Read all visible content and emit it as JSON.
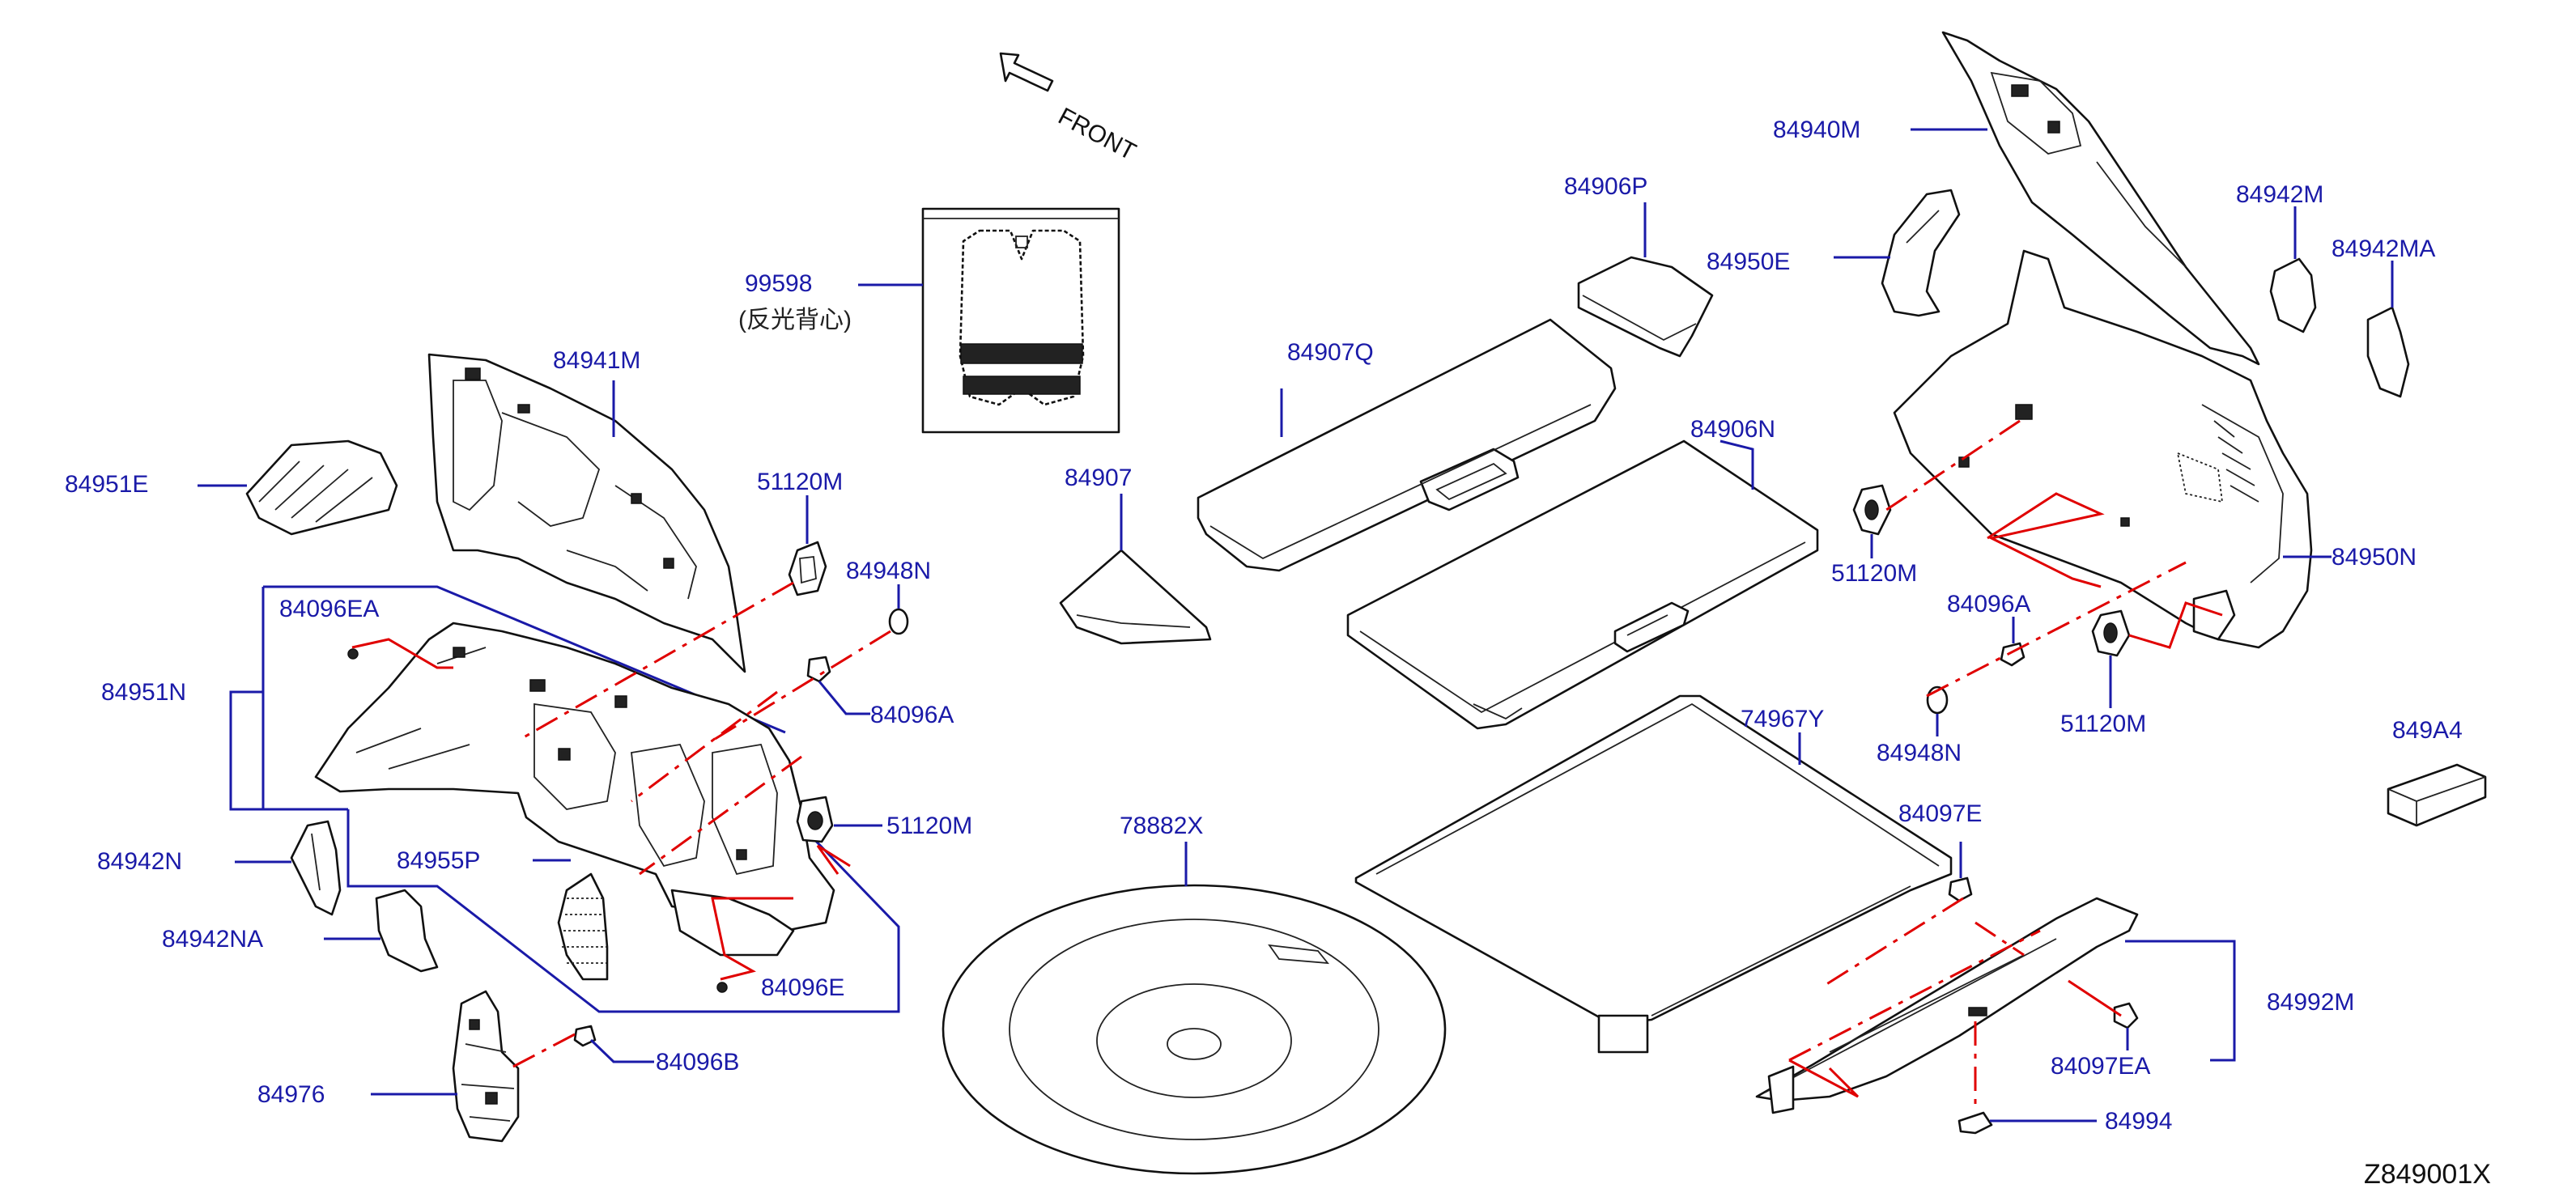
{
  "front_label": "FRONT",
  "diagram_id": "Z849001X",
  "vest_note": "(反光背心)",
  "parts": {
    "p99598": "99598",
    "p84941M": "84941M",
    "p84951E": "84951E",
    "p51120M_a": "51120M",
    "p84948N_a": "84948N",
    "p84096EA": "84096EA",
    "p84951N": "84951N",
    "p84096A_a": "84096A",
    "p51120M_b": "51120M",
    "p84942N": "84942N",
    "p84955P": "84955P",
    "p84942NA": "84942NA",
    "p84096E": "84096E",
    "p84976": "84976",
    "p84096B": "84096B",
    "p84907": "84907",
    "p84907Q": "84907Q",
    "p84906P": "84906P",
    "p84950E": "84950E",
    "p84906N": "84906N",
    "p74967Y": "74967Y",
    "p78882X": "78882X",
    "p84940M": "84940M",
    "p84942M": "84942M",
    "p84942MA": "84942MA",
    "p51120M_c": "51120M",
    "p84096A_b": "84096A",
    "p84950N": "84950N",
    "p84948N_b": "84948N",
    "p51120M_d": "51120M",
    "p849A4": "849A4",
    "p84097E": "84097E",
    "p84992M": "84992M",
    "p84097EA": "84097EA",
    "p84994": "84994"
  },
  "colors": {
    "label": "#1a1aa8",
    "leader": "#1a1aa8",
    "dashed_guide": "#e00000",
    "outline": "#111111"
  }
}
